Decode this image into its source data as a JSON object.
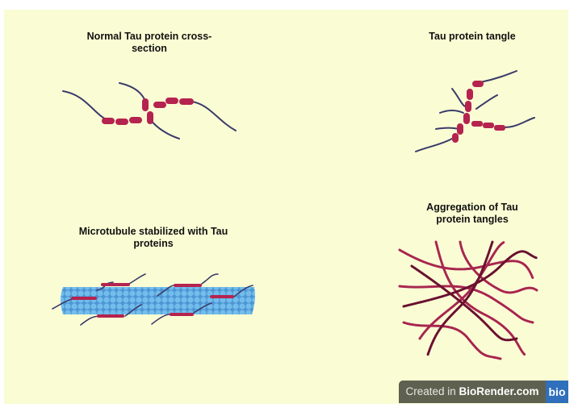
{
  "panels": {
    "normal": {
      "title_line1": "Normal Tau protein cross-",
      "title_line2": "section"
    },
    "tangle": {
      "title": "Tau protein tangle"
    },
    "microtubule": {
      "title_line1": "Microtubule stabilized with Tau",
      "title_line2": "proteins"
    },
    "aggregation": {
      "title_line1": "Aggregation of Tau",
      "title_line2": "protein tangles"
    }
  },
  "badge": {
    "prefix": "Created in ",
    "brand": "BioRender.com",
    "logo": "bio"
  },
  "colors": {
    "background": "#fafdd4",
    "tau": "#b5234f",
    "strand": "#3a3a6a",
    "microtubule": "#5aa8e0",
    "badge": "#5f6150",
    "logo": "#2f6fbb"
  }
}
